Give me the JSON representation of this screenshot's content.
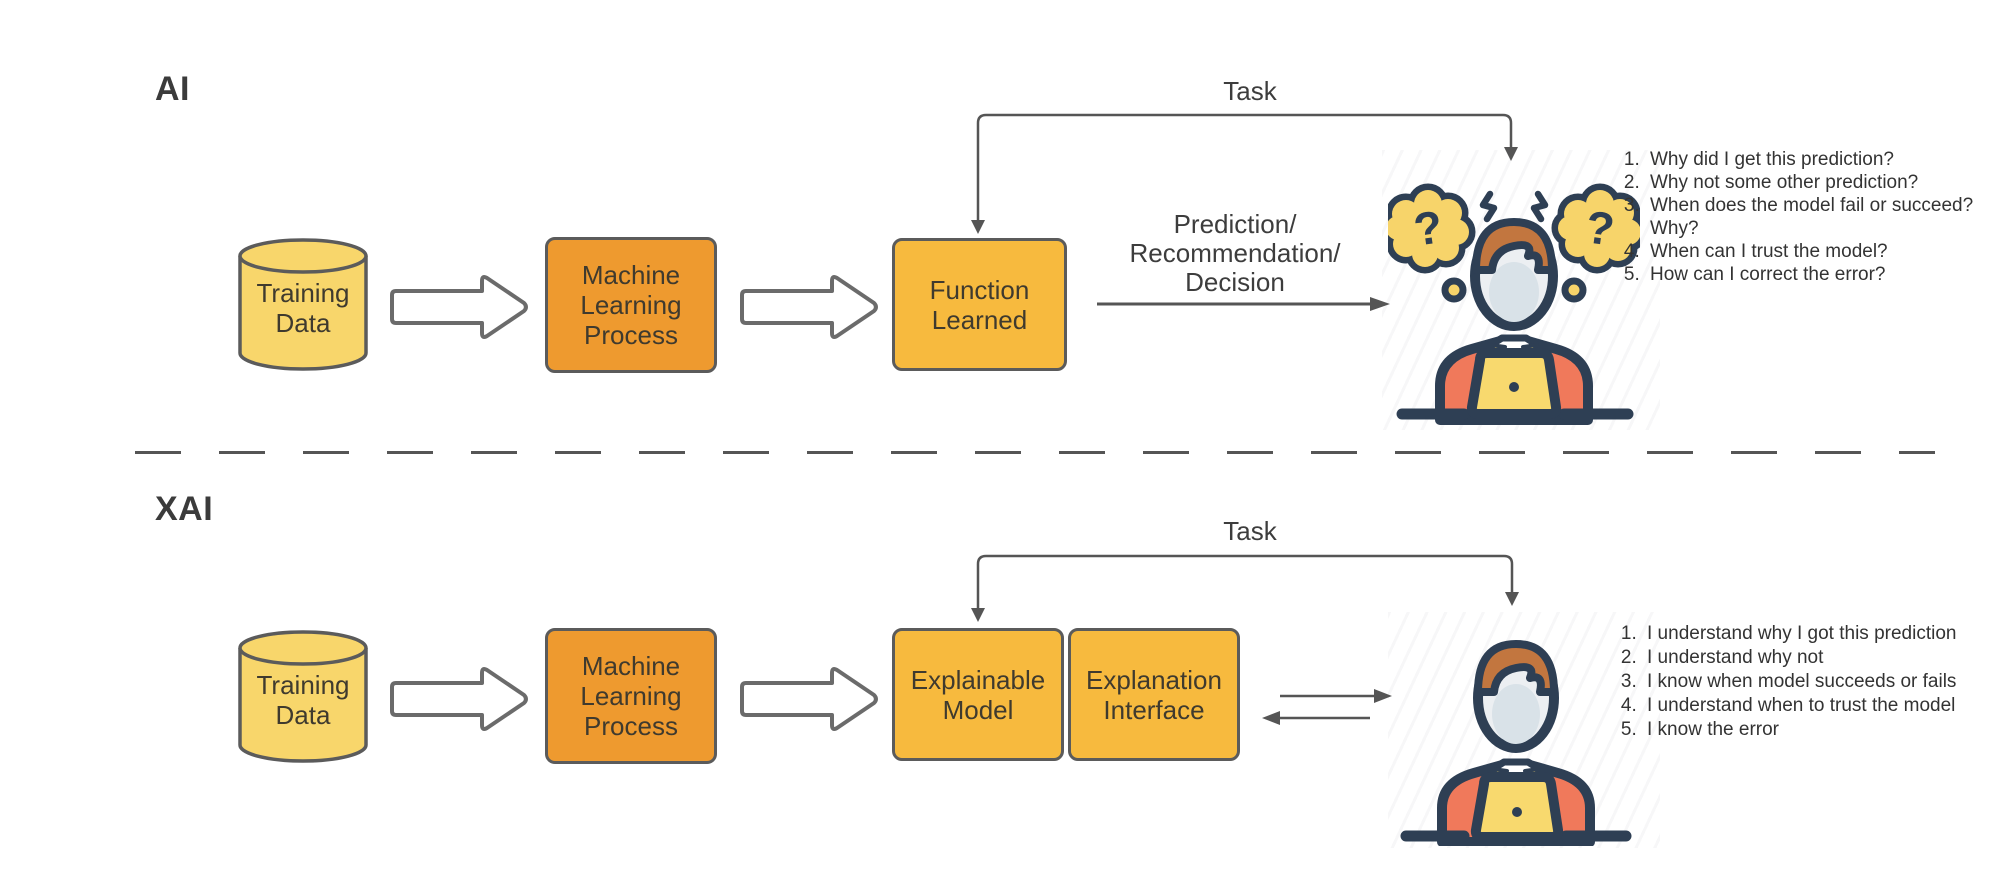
{
  "ai": {
    "label": "AI",
    "task": "Task",
    "training_data": "Training Data",
    "ml_process": "Machine Learning Process",
    "function_learned": "Function Learned",
    "output": "Prediction/\nRecommendation/\nDecision",
    "questions": [
      "Why did I get this prediction?",
      "Why not some other prediction?",
      "When does the model fail or succeed? Why?",
      "When can I trust the model?",
      "How can I correct the error?"
    ]
  },
  "xai": {
    "label": "XAI",
    "task": "Task",
    "training_data": "Training Data",
    "ml_process": "Machine Learning Process",
    "explainable_model": "Explainable Model",
    "explanation_interface": "Explanation Interface",
    "statements": [
      "I understand why I got this prediction",
      "I understand why not",
      "I know when model succeeds or fails",
      "I understand when to trust the model",
      "I know the error"
    ]
  },
  "colors": {
    "process_orange": "#ee9a2f",
    "model_yellow": "#f7ba3e",
    "data_yellow": "#f8d66b",
    "shape_outline": "#5b5b5b",
    "arrow_gray": "#555555",
    "icon_navy": "#2e3f54",
    "icon_salmon": "#f0795b",
    "icon_hair": "#c2763f",
    "icon_laptop_yellow": "#f8d96e"
  }
}
